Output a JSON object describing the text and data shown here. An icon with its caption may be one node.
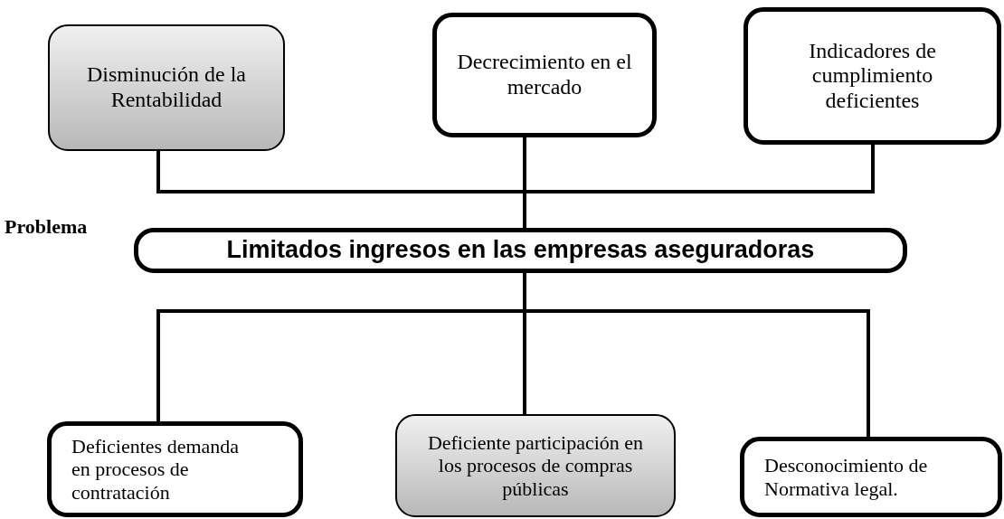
{
  "diagram": {
    "nodes": [
      {
        "text": [
          "Disminución de la Rentabilidad"
        ]
      },
      {
        "text": [
          "Decrecimiento en el mercado"
        ]
      },
      {
        "text": [
          "Indicadores de cumplimiento deficientes"
        ]
      },
      {
        "text": [
          "Limitados ingresos en las empresas aseguradoras"
        ],
        "beside": [
          "Problema"
        ]
      },
      {
        "text": [
          "Deficientes demanda en procesos de contratación"
        ]
      },
      {
        "text": [
          "Deficiente participación en los procesos de compras públicas"
        ]
      },
      {
        "text": [
          "Desconocimiento de Normativa legal."
        ]
      }
    ],
    "edges": [
      {
        "from": 0,
        "to": 3,
        "arrow": "none"
      },
      {
        "from": 1,
        "to": 3,
        "arrow": "none"
      },
      {
        "from": 2,
        "to": 3,
        "arrow": "none"
      },
      {
        "from": 3,
        "to": 4,
        "arrow": "none"
      },
      {
        "from": 3,
        "to": 5,
        "arrow": "none"
      },
      {
        "from": 3,
        "to": 6,
        "arrow": "none"
      }
    ]
  }
}
